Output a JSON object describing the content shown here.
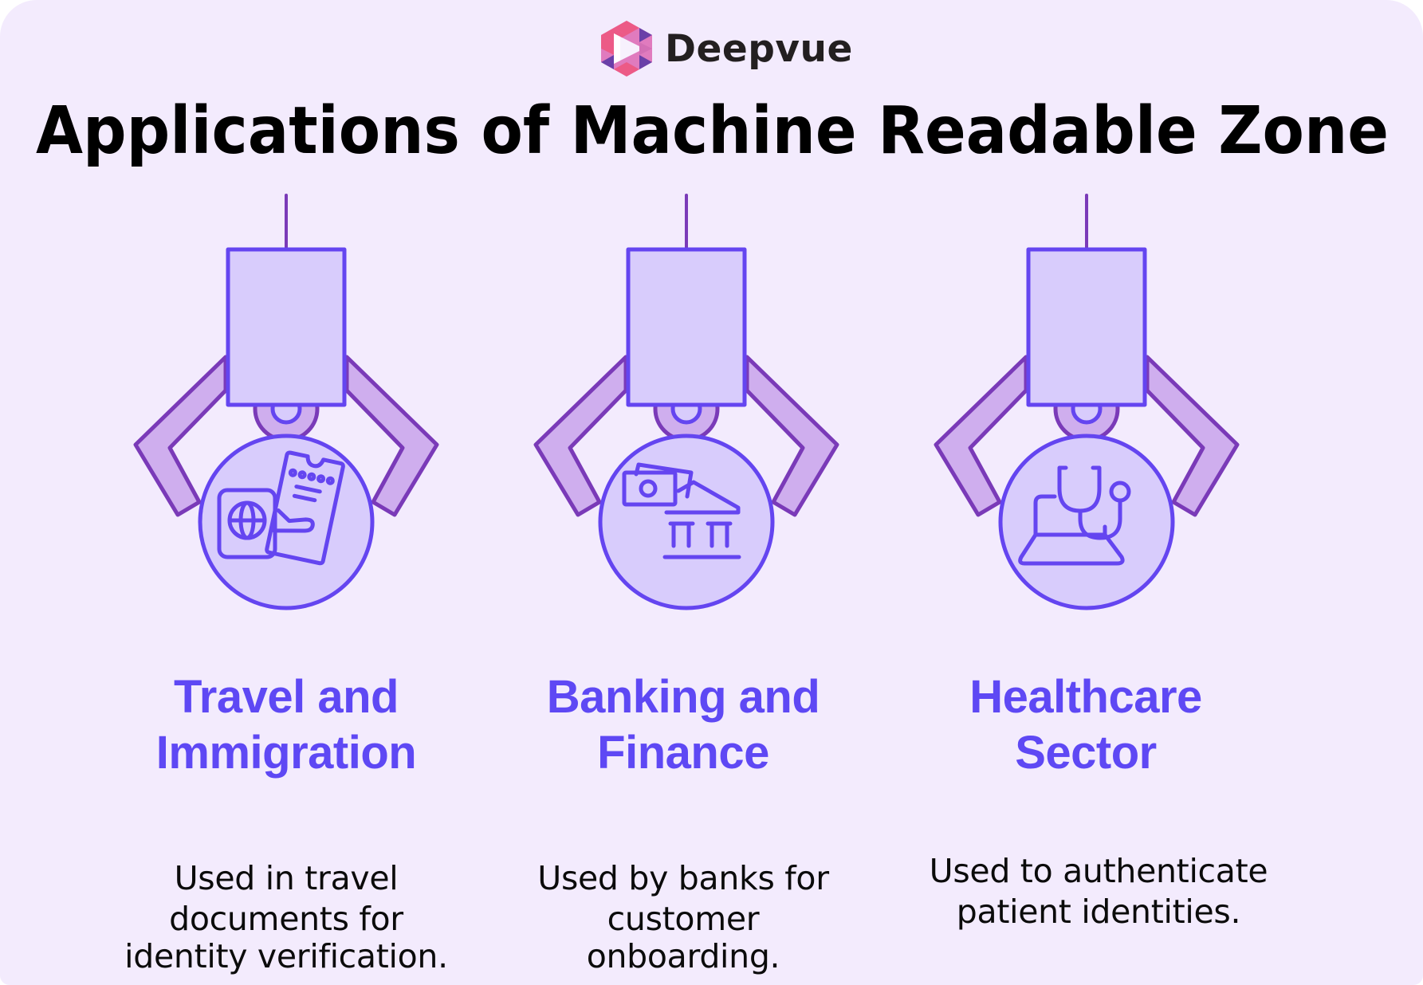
{
  "brand": {
    "name": "Deepvue",
    "logo_icon": "deepvue-hexagon-logo-icon",
    "logo_colors": {
      "pink": "#EC5A86",
      "light_pink": "#E07BBE",
      "purple": "#6A3FA8"
    }
  },
  "title": "Applications of Machine Readable Zone",
  "colors": {
    "background": "#F3EBFD",
    "heading": "#5E48F4",
    "body_text": "#0B0B0B",
    "claw_body_fill": "#D8CCFC",
    "claw_body_stroke": "#6445F0",
    "claw_arm_fill": "#CFAEEE",
    "claw_arm_stroke": "#7A3AB8"
  },
  "applications": [
    {
      "icon": "passport-ticket-icon",
      "heading_lines": [
        "Travel and",
        "Immigration"
      ],
      "description_lines": [
        "Used in travel",
        "documents for",
        "identity verification."
      ]
    },
    {
      "icon": "money-bank-icon",
      "heading_lines": [
        "Banking and",
        "Finance"
      ],
      "description_lines": [
        "Used by banks for",
        "customer",
        "onboarding."
      ]
    },
    {
      "icon": "stethoscope-laptop-icon",
      "heading_lines": [
        "Healthcare",
        "Sector"
      ],
      "description_lines": [
        "Used to authenticate",
        "patient identities."
      ]
    }
  ]
}
